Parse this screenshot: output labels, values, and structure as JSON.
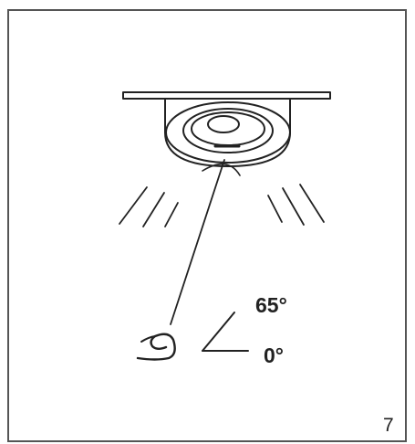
{
  "diagram": {
    "angle_max_label": "65°",
    "angle_min_label": "0°"
  },
  "page": {
    "number": "7"
  },
  "colors": {
    "line": "#222222",
    "frame": "#555555",
    "background": "#ffffff"
  }
}
